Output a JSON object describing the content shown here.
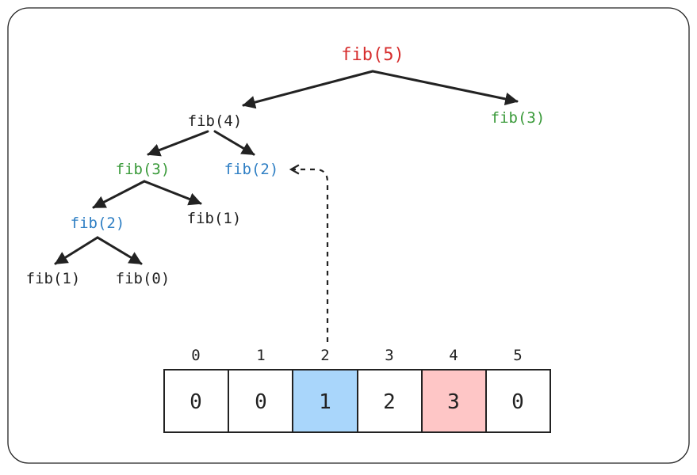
{
  "colors": {
    "red": "#d62d2d",
    "green": "#3a9a3a",
    "blue": "#2f7fc4",
    "black": "#222222",
    "highlight_blue": "#a9d6fb",
    "highlight_red": "#fec6c6"
  },
  "tree": {
    "root": "fib(5)",
    "n_fib4": "fib(4)",
    "n_fib3_right": "fib(3)",
    "n_fib3_left": "fib(3)",
    "n_fib2_right": "fib(2)",
    "n_fib2_left": "fib(2)",
    "n_fib1_mid": "fib(1)",
    "n_fib1_leaf": "fib(1)",
    "n_fib0_leaf": "fib(0)"
  },
  "memo": {
    "indices": [
      "0",
      "1",
      "2",
      "3",
      "4",
      "5"
    ],
    "values": [
      "0",
      "0",
      "1",
      "2",
      "3",
      "0"
    ],
    "highlight": [
      "none",
      "none",
      "blue",
      "none",
      "red",
      "none"
    ]
  }
}
